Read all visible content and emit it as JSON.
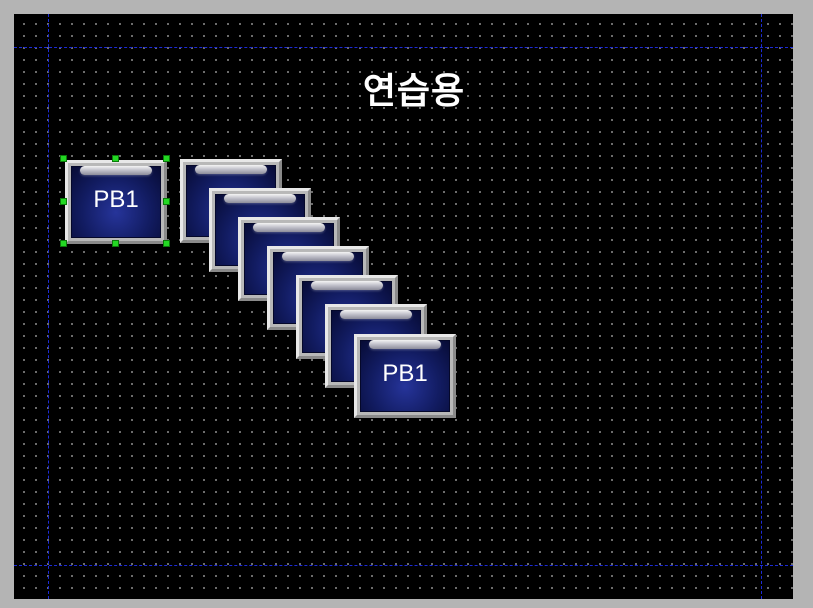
{
  "screen": {
    "title": "연습용",
    "background_color": "#000000",
    "grid_dot_color": "#8a8a8a",
    "guide_line_color": "#1c2bd6"
  },
  "buttons": {
    "selected": {
      "label": "PB1",
      "selected": true
    },
    "cascade": [
      {
        "label": ""
      },
      {
        "label": ""
      },
      {
        "label": ""
      },
      {
        "label": ""
      },
      {
        "label": ""
      },
      {
        "label": ""
      },
      {
        "label": "PB1"
      }
    ]
  },
  "selection": {
    "handle_color": "#23d823",
    "handles": [
      "nw",
      "n",
      "ne",
      "w",
      "e",
      "sw",
      "s",
      "se"
    ]
  }
}
